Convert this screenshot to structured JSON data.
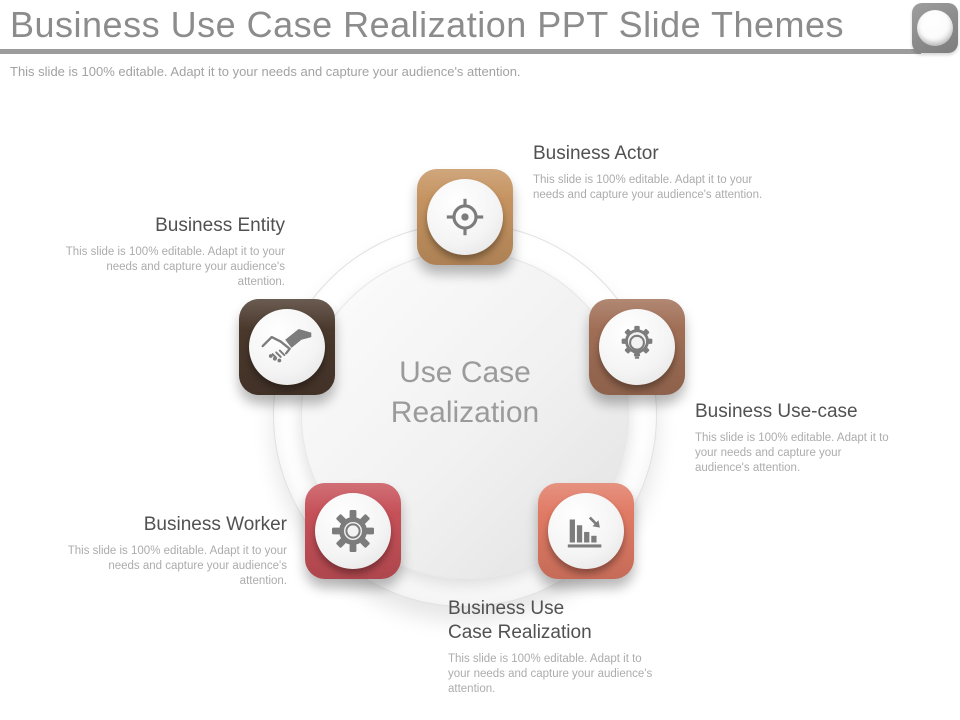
{
  "header": {
    "title": "Business Use Case Realization PPT Slide Themes",
    "subtitle": "This slide is 100% editable. Adapt it to your needs and capture your audience's attention."
  },
  "center": {
    "label": "Use Case Realization"
  },
  "items": [
    {
      "label": "Business Actor",
      "description": "This slide is 100% editable. Adapt it to your needs and capture your audience's attention.",
      "icon": "target-icon",
      "color": "#c59360"
    },
    {
      "label": "Business Use-case",
      "description": "This slide is 100% editable. Adapt it to your needs and capture your audience's attention.",
      "icon": "bulb-gear-icon",
      "color": "#a06e55"
    },
    {
      "label": "Business Use\nCase Realization",
      "description": "This slide is 100% editable. Adapt it to your needs and capture your audience's attention.",
      "icon": "bar-chart-decline-icon",
      "color": "#e07a64"
    },
    {
      "label": "Business Worker",
      "description": "This slide is 100% editable. Adapt it to your needs and capture your audience's attention.",
      "icon": "gear-icon",
      "color": "#c65058"
    },
    {
      "label": "Business Entity",
      "description": "This slide is 100% editable. Adapt it to your needs and capture your audience's attention.",
      "icon": "handshake-icon",
      "color": "#4a382c"
    }
  ]
}
